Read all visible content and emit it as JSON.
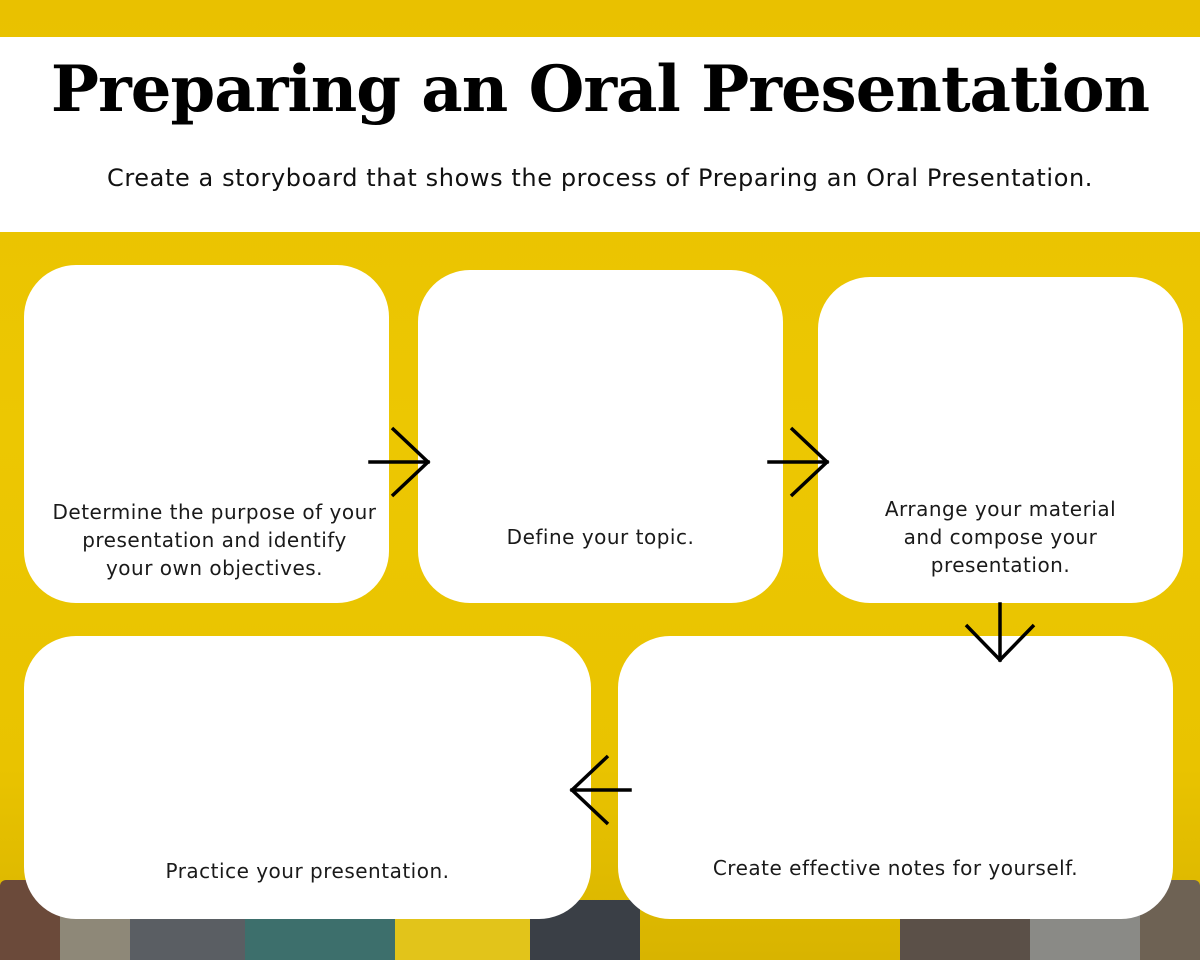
{
  "header": {
    "title": "Preparing an Oral Presentation",
    "subtitle": "Create a storyboard that shows the process of Preparing an Oral Presentation."
  },
  "steps": [
    {
      "text": "Determine the purpose of your\npresentation and identify\nyour own objectives."
    },
    {
      "text": "Define your topic."
    },
    {
      "text": "Arrange your material\nand compose your\npresentation."
    },
    {
      "text": "Practice your presentation."
    },
    {
      "text": "Create effective notes for yourself."
    }
  ],
  "colors": {
    "background": "#ecc500",
    "card": "#ffffff",
    "text": "#000000"
  },
  "icons": [
    "arrow-right-icon",
    "arrow-right-icon",
    "arrow-down-icon",
    "arrow-left-icon"
  ]
}
